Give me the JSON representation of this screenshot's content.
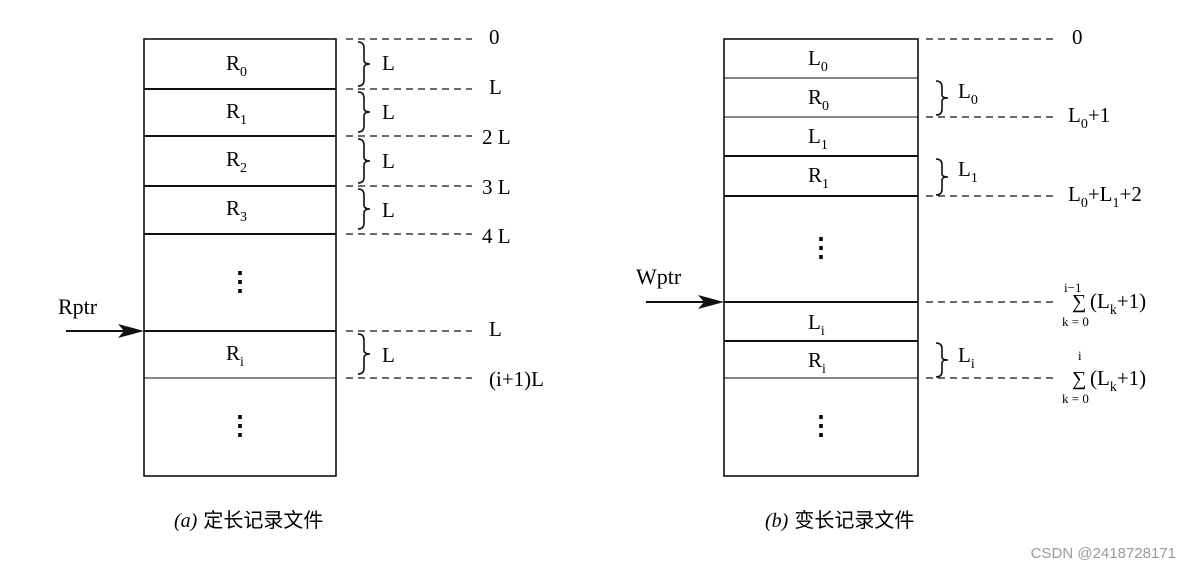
{
  "watermark": "CSDN @2418728171",
  "panel_a": {
    "caption_letter": "(a)",
    "caption_text": "定长记录文件",
    "pointer": "Rptr",
    "records": [
      {
        "base": "R",
        "sub": "0"
      },
      {
        "base": "R",
        "sub": "1"
      },
      {
        "base": "R",
        "sub": "2"
      },
      {
        "base": "R",
        "sub": "3"
      },
      {
        "base": "R",
        "sub": "i"
      }
    ],
    "ellipsis": "⋮",
    "brace_label": "L",
    "offsets": [
      "0",
      "L",
      "2 L",
      "3 L",
      "4 L",
      "L",
      "(i+1)L"
    ]
  },
  "panel_b": {
    "caption_letter": "(b)",
    "caption_text": "变长记录文件",
    "pointer": "Wptr",
    "cells": [
      {
        "base": "L",
        "sub": "0"
      },
      {
        "base": "R",
        "sub": "0"
      },
      {
        "base": "L",
        "sub": "1"
      },
      {
        "base": "R",
        "sub": "1"
      },
      {
        "base": "L",
        "sub": "i"
      },
      {
        "base": "R",
        "sub": "i"
      }
    ],
    "ellipsis": "⋮",
    "braces": [
      {
        "base": "L",
        "sub": "0"
      },
      {
        "base": "L",
        "sub": "1"
      },
      {
        "base": "L",
        "sub": "i"
      }
    ],
    "offset_0": "0",
    "offset_1": {
      "p1": "L",
      "s1": "0",
      "p2": "+1"
    },
    "offset_2": {
      "p1": "L",
      "s1": "0",
      "p2": "+L",
      "s2": "1",
      "p3": "+2"
    },
    "sum_1": {
      "upper": "i−1",
      "sigma": "∑",
      "lower": "k = 0",
      "expr": "(L",
      "sub": "k",
      "tail": "+1)"
    },
    "sum_2": {
      "upper": "i",
      "sigma": "∑",
      "lower": "k = 0",
      "expr": "(L",
      "sub": "k",
      "tail": "+1)"
    }
  }
}
